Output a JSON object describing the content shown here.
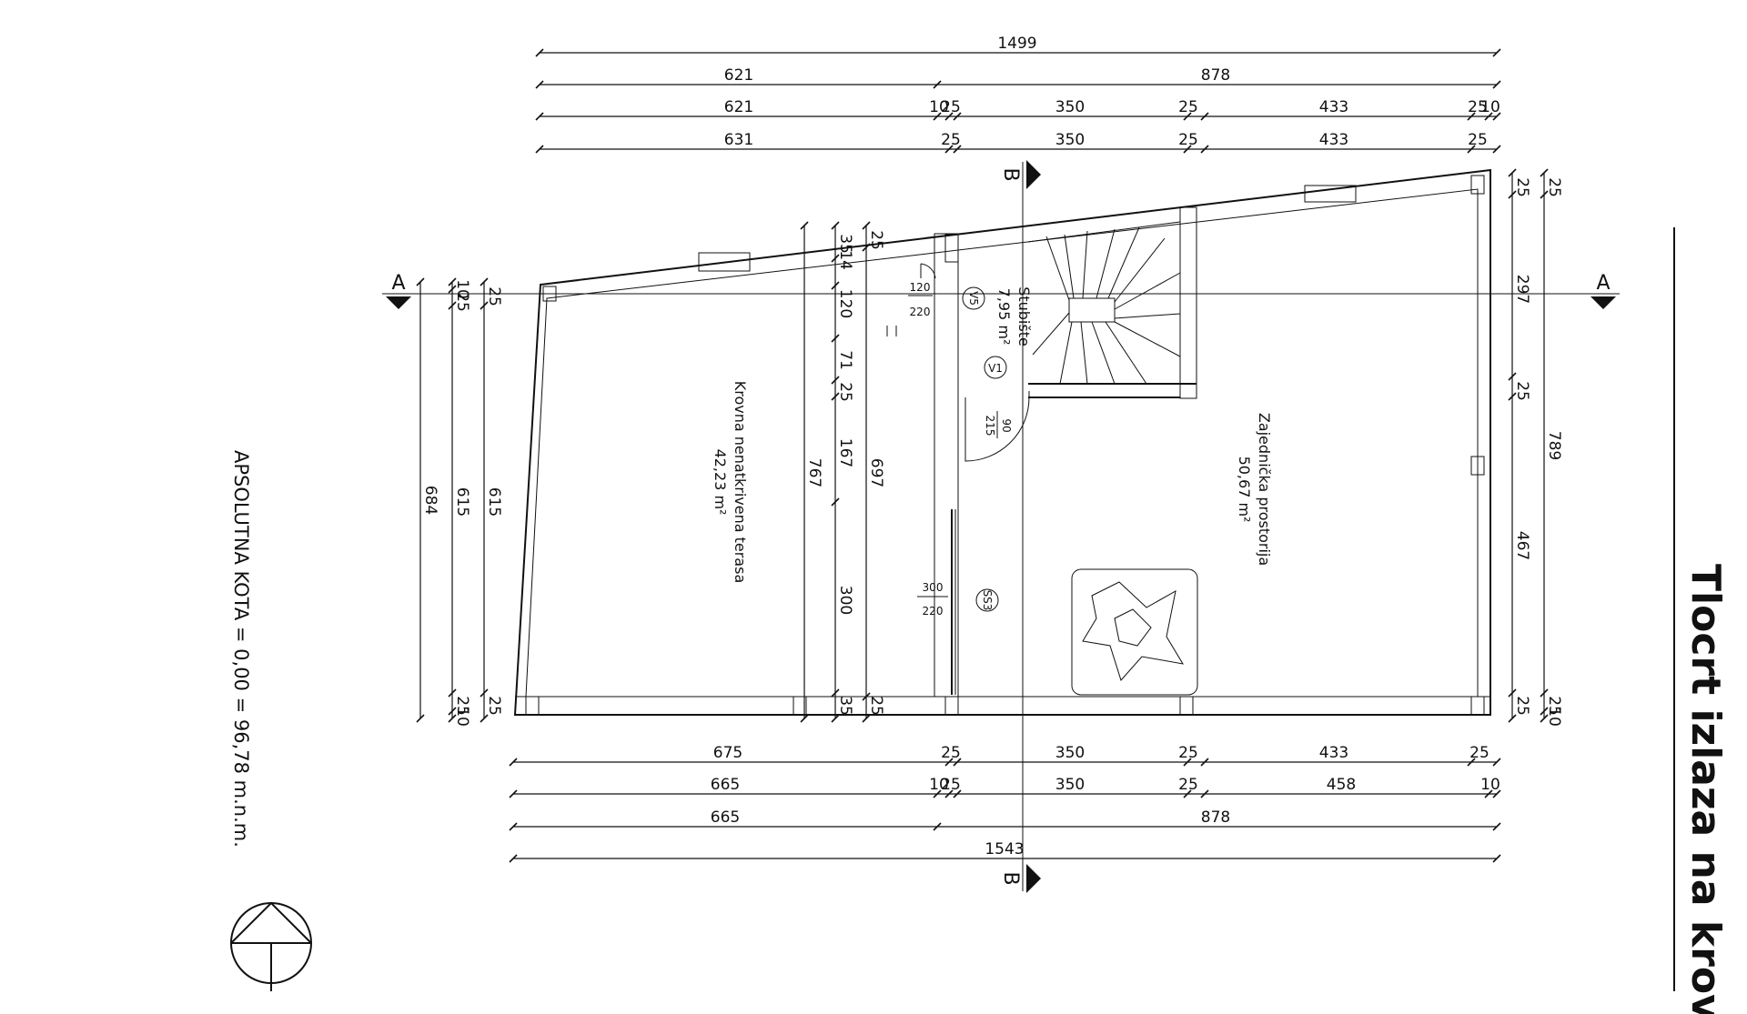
{
  "title": "Tlocrt izlaza na krov",
  "absolute_level": "APSOLUTNA KOTA = 0,00 = 96,78 m.n.m.",
  "section_markers": {
    "a_left": "A",
    "a_right": "A",
    "b_top": "B",
    "b_bottom": "B"
  },
  "rooms": {
    "terrace": {
      "name": "Krovna nenatkrivena terasa",
      "area": "42,23 m²"
    },
    "stairs": {
      "name": "Stubište",
      "area": "7,95 m²"
    },
    "common": {
      "name": "Zajednička prostorija",
      "area": "50,67 m²"
    }
  },
  "tags": {
    "v5": "V5",
    "v1": "V1",
    "ss3": "SS3"
  },
  "openings": {
    "v5_width": "120",
    "v5_height": "220",
    "door_width": "90",
    "door_height": "215",
    "ss3_width": "300",
    "ss3_height": "220"
  },
  "top_dims": {
    "row1": [
      "1499"
    ],
    "row2": [
      "621",
      "878"
    ],
    "row3": [
      "621",
      "10",
      "25",
      "350",
      "25",
      "433",
      "25",
      "10"
    ],
    "row4": [
      "631",
      "25",
      "350",
      "25",
      "433",
      "25"
    ]
  },
  "bottom_dims": {
    "row1": [
      "675",
      "25",
      "350",
      "25",
      "433",
      "25"
    ],
    "row2": [
      "665",
      "10",
      "25",
      "350",
      "25",
      "458",
      "10"
    ],
    "row3": [
      "665",
      "878"
    ],
    "row4": [
      "1543"
    ]
  },
  "left_dims": {
    "outer": [
      "684"
    ],
    "mid": [
      "10",
      "25",
      "615",
      "25",
      "10"
    ],
    "inner": [
      "25",
      "615",
      "25"
    ]
  },
  "center_dims": {
    "a": [
      "767"
    ],
    "b": [
      "35",
      "14",
      "120",
      "71",
      "25",
      "167",
      "300",
      "35"
    ],
    "c": [
      "25",
      "697",
      "25"
    ]
  },
  "right_dims": {
    "inner": [
      "25",
      "297",
      "25",
      "467",
      "25"
    ],
    "outer": [
      "25",
      "789",
      "25",
      "10"
    ]
  }
}
